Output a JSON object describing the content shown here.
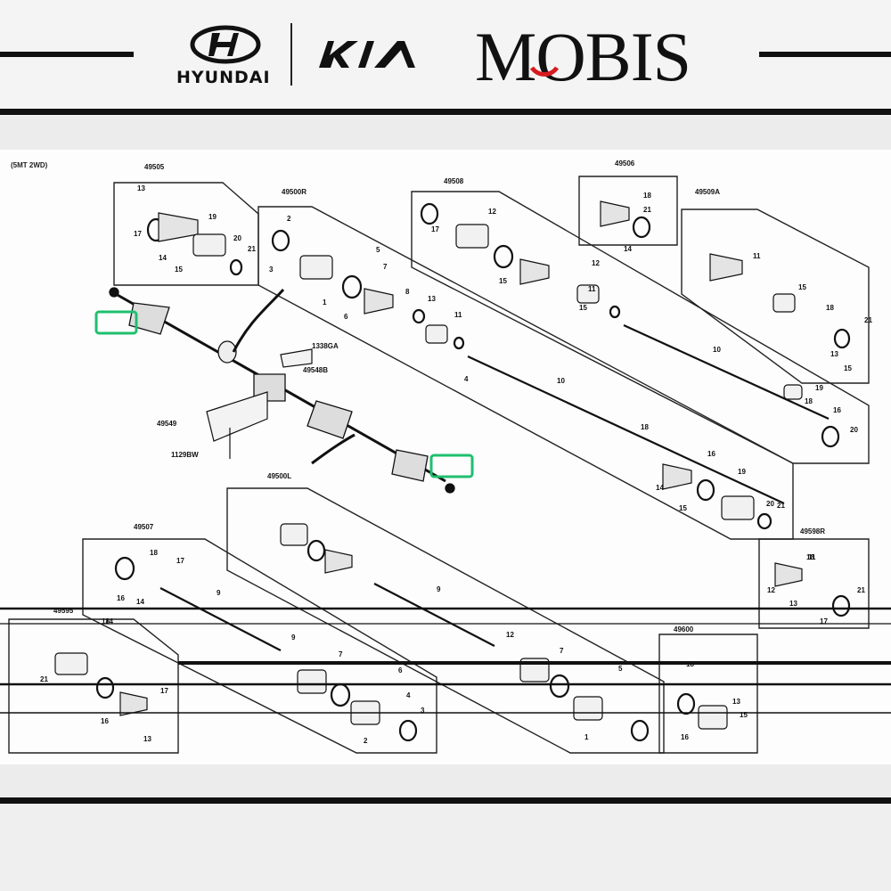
{
  "header": {
    "brand_hyundai": "HYUNDAI",
    "brand_mobis": "MOBIS",
    "brand_mobis_accent": "#d71920",
    "logos": [
      "hyundai-logo",
      "kia-logo",
      "mobis-logo"
    ]
  },
  "diagram": {
    "context_note": "(5MT 2WD)",
    "group_codes": {
      "g1": "49505",
      "g2": "49500R",
      "g3": "49508",
      "g4": "49506",
      "g5": "49509A",
      "g6": "49500L",
      "g7": "49507",
      "g8": "49595",
      "g9": "49600",
      "g10": "49598R"
    },
    "callouts": {
      "bolt_a": "1129BW",
      "bracket_a": "1338GA",
      "bracket_b": "49548B",
      "bracket_c": "49549",
      "highlight_color": "#1fbf6e"
    },
    "part_numbers": [
      "1",
      "2",
      "3",
      "4",
      "5",
      "6",
      "7",
      "8",
      "9",
      "10",
      "11",
      "12",
      "13",
      "14",
      "15",
      "16",
      "17",
      "18",
      "19",
      "20",
      "21"
    ]
  }
}
